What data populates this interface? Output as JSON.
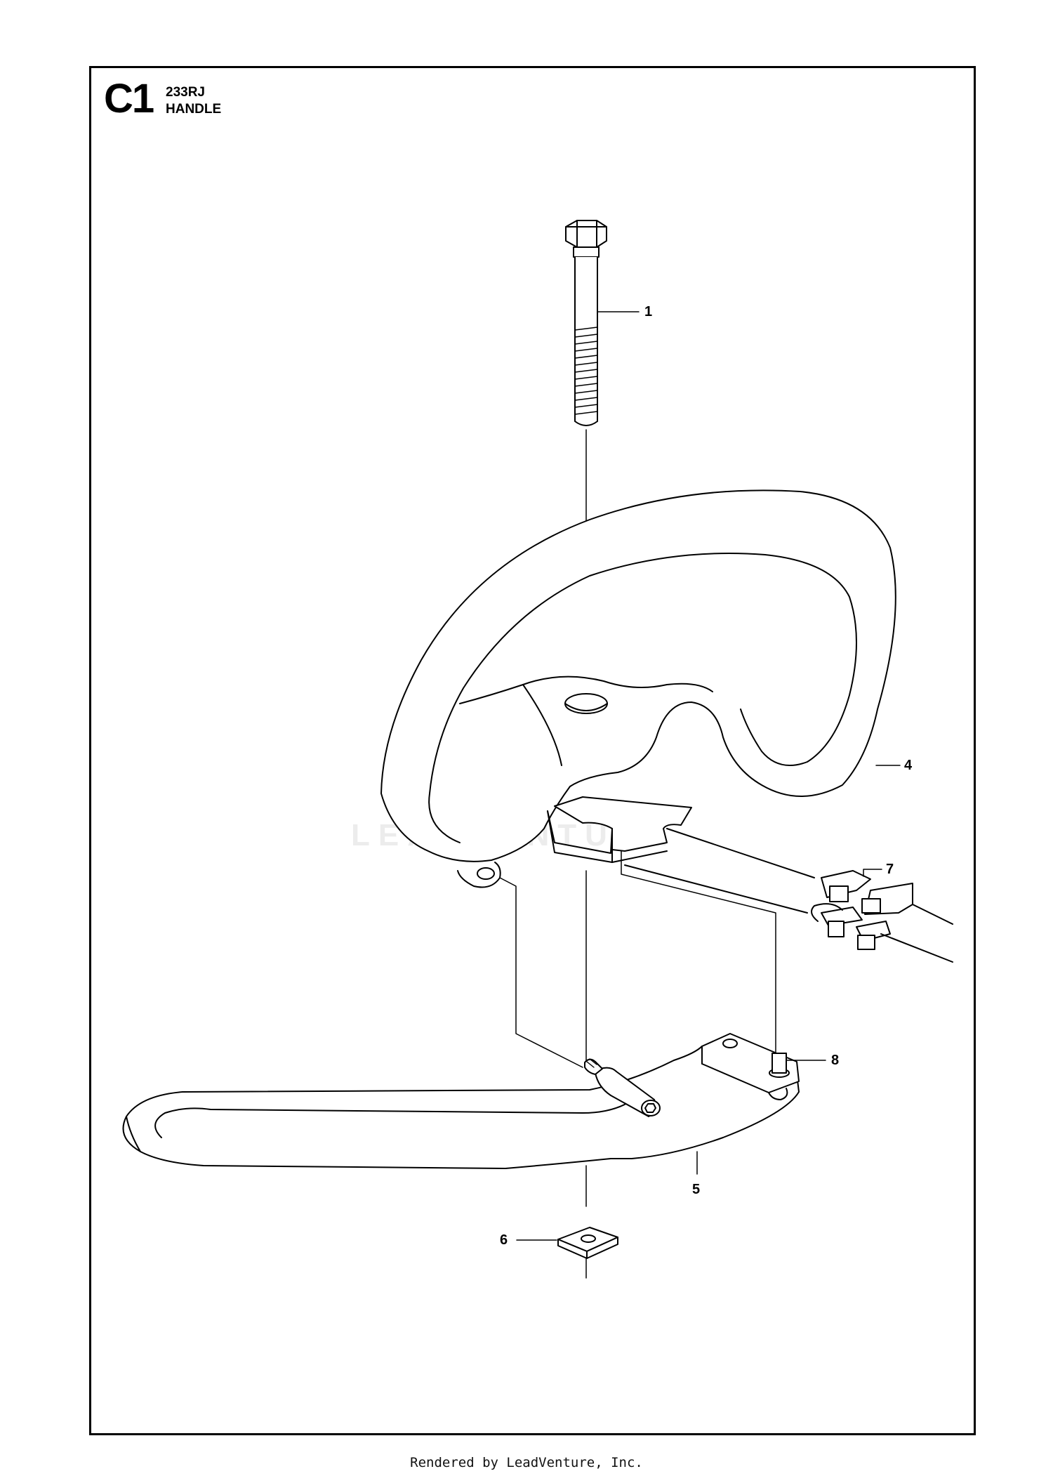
{
  "header": {
    "section_code": "C1",
    "model": "233RJ",
    "title": "HANDLE"
  },
  "callouts": [
    {
      "id": "1",
      "label": "1"
    },
    {
      "id": "4",
      "label": "4"
    },
    {
      "id": "5",
      "label": "5"
    },
    {
      "id": "6",
      "label": "6"
    },
    {
      "id": "7",
      "label": "7"
    },
    {
      "id": "8",
      "label": "8"
    }
  ],
  "watermark": {
    "text": "LEADVENTURE"
  },
  "footer": {
    "text": "Rendered by LeadVenture, Inc."
  },
  "colors": {
    "line": "#000000",
    "background": "#ffffff",
    "watermark": "#ececec"
  }
}
